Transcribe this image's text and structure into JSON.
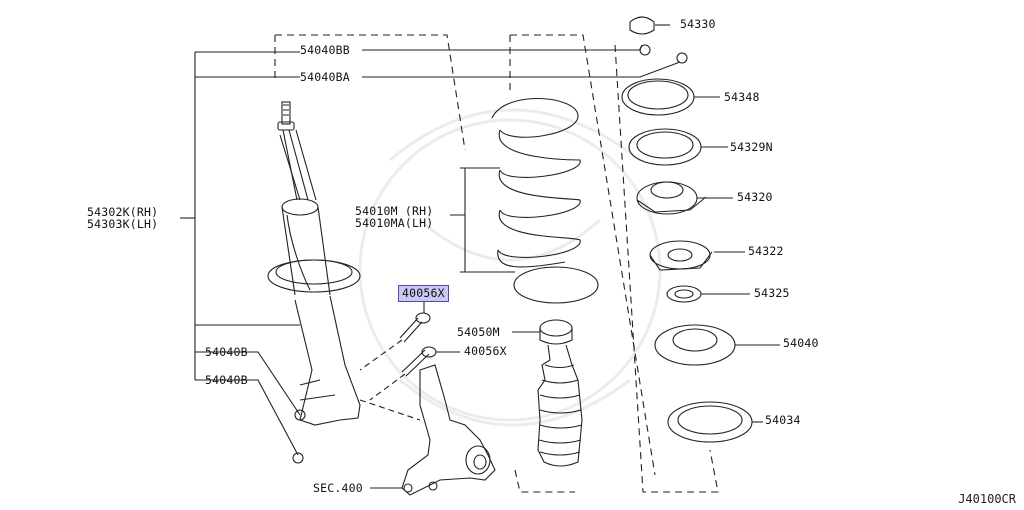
{
  "labels": {
    "p54330": "54330",
    "p54040BB": "54040BB",
    "p54040BA": "54040BA",
    "p54348": "54348",
    "p54329N": "54329N",
    "p54320": "54320",
    "p54322": "54322",
    "p54325": "54325",
    "p54040": "54040",
    "p54034": "54034",
    "strut_rh": "54302K(RH)",
    "strut_lh": "54303K(LH)",
    "spring_rh": "54010M (RH)",
    "spring_lh": "54010MA(LH)",
    "bumper": "54050M",
    "bolt_a": "40056X",
    "bolt_b": "40056X",
    "nut_a": "54040B",
    "nut_b": "54040B",
    "sec": "SEC.400"
  },
  "code": "J40100CR",
  "colors": {
    "line": "#222222",
    "highlight": "#c8c8f2",
    "highlight_border": "#4a4ab0"
  }
}
